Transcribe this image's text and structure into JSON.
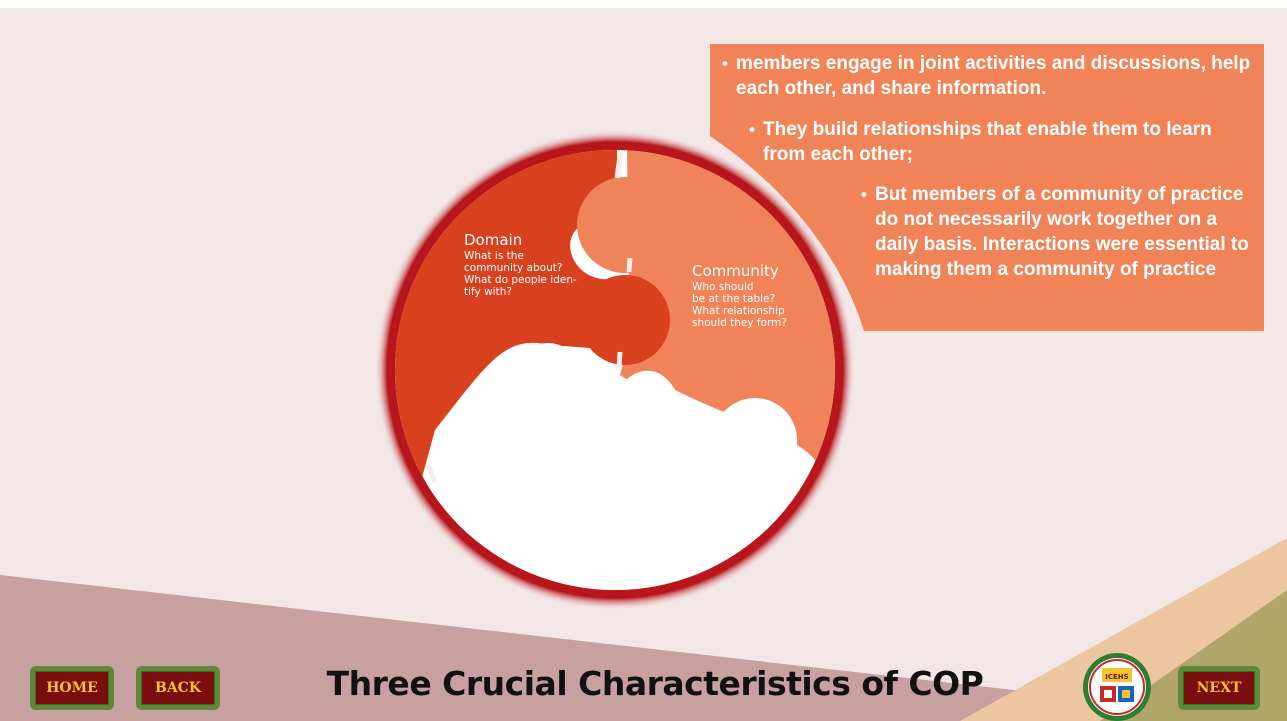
{
  "slide": {
    "title": "Three Crucial Characteristics of COP",
    "colors": {
      "background": "#f2e6e6",
      "domain_piece": "#d9401e",
      "community_piece": "#f0835a",
      "ring": "#b5151b",
      "info_box": "#f08358",
      "footer_band": "#c9a0a0",
      "button_fill": "#7a0e0e",
      "button_border": "#5d8a3a",
      "button_text": "#f4c430"
    }
  },
  "puzzle": {
    "domain": {
      "title": "Domain",
      "text": "What is the\ncommunity about?\nWhat do people iden-\ntify with?"
    },
    "community": {
      "title": "Community",
      "text": "Who should\nbe at the table?\nWhat relationship\nshould they form?"
    }
  },
  "info_box": {
    "bullets": [
      "members engage in joint activities and discussions, help each other, and share information.",
      "They build relationships that enable them to learn from each other;",
      "But members of a community of practice do not necessarily work together on a daily basis. Interactions were essential to making them a community of practice"
    ]
  },
  "nav": {
    "home_label": "HOME",
    "back_label": "BACK",
    "next_label": "NEXT"
  },
  "logo": {
    "icon": "icehs-seal-icon",
    "text": "ICEHS"
  }
}
